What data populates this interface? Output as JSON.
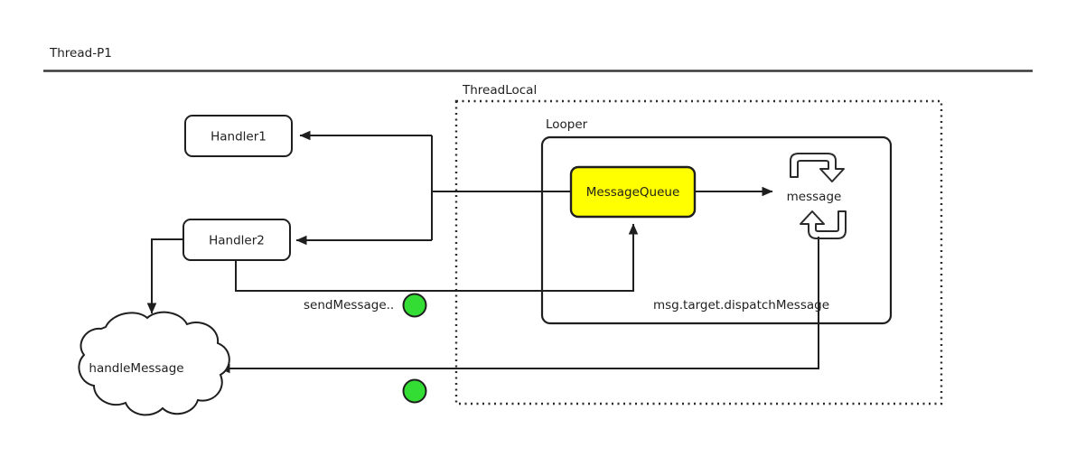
{
  "diagram": {
    "title": "Thread-P1",
    "type": "flowchart",
    "background": "#ffffff",
    "stroke_color": "#1f1f1f",
    "accent_color": "#ffff00"
  },
  "swimlane": {
    "name": "thread-lane",
    "label": "Thread-P1"
  },
  "containers": [
    {
      "id": "threadlocal",
      "label": "ThreadLocal",
      "border_style": "dotted",
      "fill": "#ffffff"
    },
    {
      "id": "looper",
      "label": "Looper",
      "border_style": "solid",
      "fill": "#ffffff"
    }
  ],
  "nodes": [
    {
      "id": "handler1",
      "label": "Handler1",
      "shape": "rounded-rect",
      "fill": "#ffffff",
      "stroke": "#1f1f1f"
    },
    {
      "id": "handler2",
      "label": "Handler2",
      "shape": "rounded-rect",
      "fill": "#ffffff",
      "stroke": "#1f1f1f"
    },
    {
      "id": "messagequeue",
      "label": "MessageQueue",
      "shape": "rounded-rect",
      "fill": "#ffff00",
      "stroke": "#1f1f1f"
    },
    {
      "id": "handlemessage",
      "label": "handleMessage",
      "shape": "cloud",
      "fill": "#ffffff",
      "stroke": "#1f1f1f"
    },
    {
      "id": "message",
      "label": "message",
      "shape": "loop-glyph",
      "fill": "#ffffff",
      "stroke": "#2b2b2b"
    }
  ],
  "edge_labels": [
    {
      "id": "send-message-label",
      "text": "sendMessage.."
    },
    {
      "id": "dispatch-message-label",
      "text": "msg.target.dispatchMessage"
    }
  ],
  "markers": [
    {
      "id": "send-marker",
      "shape": "circle",
      "fill": "#33dd33",
      "stroke": "#1f1f1f"
    },
    {
      "id": "dispatch-marker",
      "shape": "circle",
      "fill": "#33dd33",
      "stroke": "#1f1f1f"
    }
  ]
}
